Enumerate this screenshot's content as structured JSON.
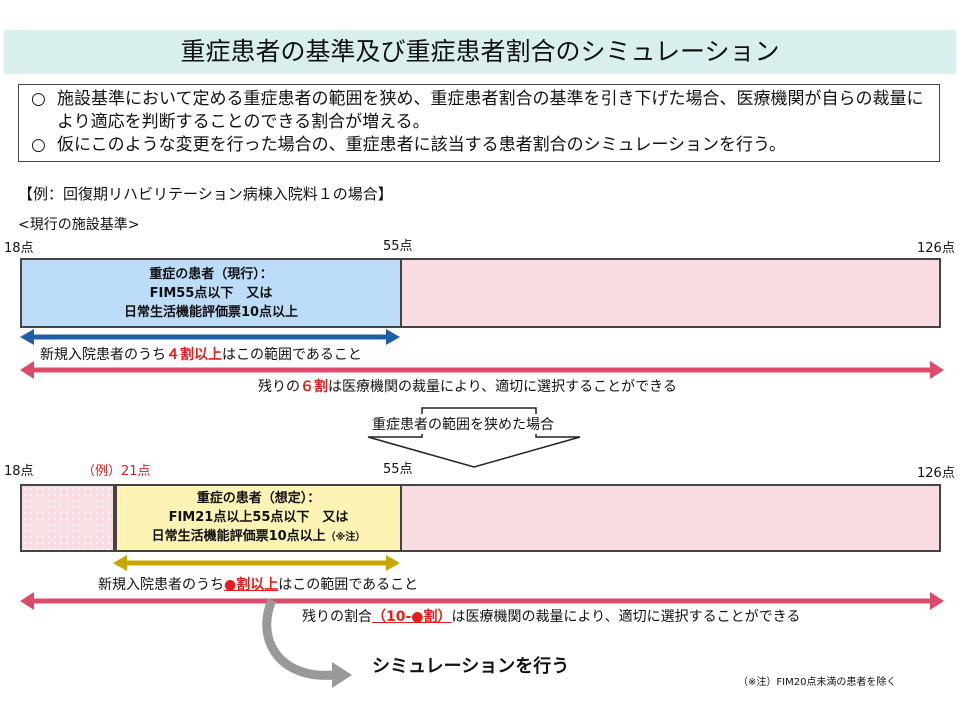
{
  "title": "重症患者の基準及び重症患者割合のシミュレーション",
  "intro": {
    "bullet": "○",
    "lines": [
      "施設基準において定める重症患者の範囲を狭め、重症患者割合の基準を引き下げた場合、医療機関が自らの裁量により適応を判断することのできる割合が増える。",
      "仮にこのような変更を行った場合の、重症患者に該当する患者割合のシミュレーションを行う。"
    ]
  },
  "example_heading": "【例：回復期リハビリテーション病棟入院料１の場合】",
  "current": {
    "label": "<現行の施設基準>",
    "ticks": {
      "min": "18点",
      "mid": "55点",
      "max": "126点"
    },
    "box": [
      "重症の患者（現行）：",
      "FIM55点以下　又は",
      "日常生活機能評価票10点以上"
    ],
    "arrow1": {
      "pre": "新規入院患者のうち",
      "em": "４割以上",
      "post": "はこの範囲であること"
    },
    "arrow2": {
      "pre": "残りの",
      "em": "６割",
      "post": "は医療機関の裁量により、適切に選択することができる"
    }
  },
  "transition": "重症患者の範囲を狭めた場合",
  "proposed": {
    "ticks": {
      "min": "18点",
      "example": "（例）21点",
      "mid": "55点",
      "max": "126点"
    },
    "box": [
      "重症の患者（想定）：",
      "FIM21点以上55点以下　又は",
      "日常生活機能評価票10点以上"
    ],
    "box_note": "（※注）",
    "arrow1": {
      "pre": "新規入院患者のうち",
      "em": "●割以上",
      "post": "はこの範囲であること"
    },
    "arrow2": {
      "pre": "残りの割合",
      "em": "（10-●割）",
      "post": "は医療機関の裁量により、適切に選択することができる"
    }
  },
  "simulation": "シミュレーションを行う",
  "footnote": "（※注）FIM20点未満の患者を除く",
  "colors": {
    "title_bg": "#d9efee",
    "blue_box": "#bddcf8",
    "pink": "#f9dde3",
    "yellow": "#fdf3b5",
    "blue_arrow": "#1f5fa8",
    "pink_arrow": "#dc4b6c",
    "gold_arrow": "#c8a800",
    "red_text": "#e0201c"
  }
}
